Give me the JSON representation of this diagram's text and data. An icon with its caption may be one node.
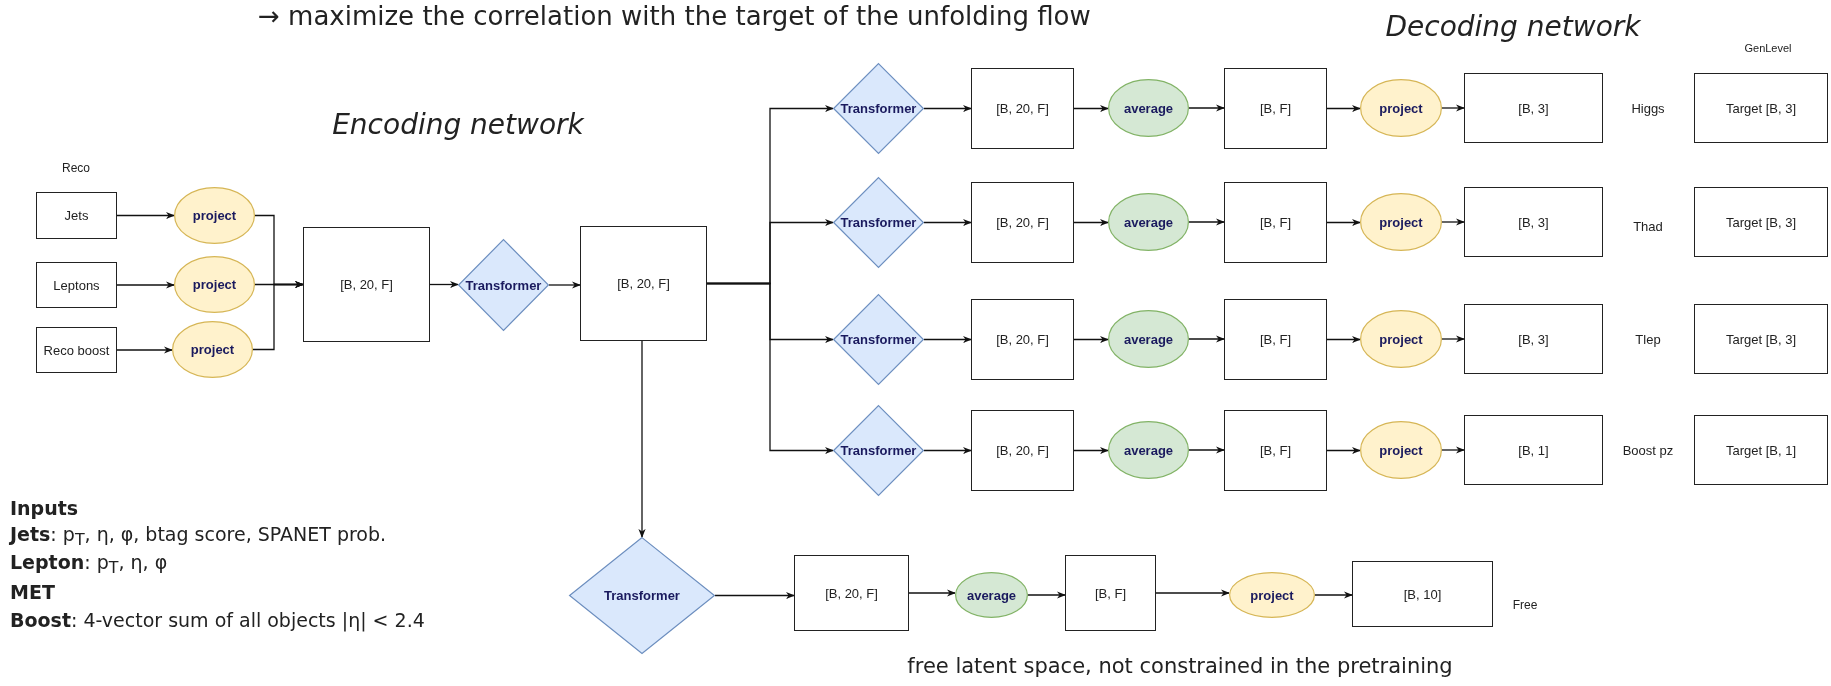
{
  "diagram": {
    "nodes": [
      {
        "text": [
          "Jets"
        ]
      },
      {
        "text": [
          "project"
        ]
      },
      {
        "text": [
          "Leptons"
        ]
      },
      {
        "text": [
          "project"
        ]
      },
      {
        "text": [
          "Reco boost"
        ]
      },
      {
        "text": [
          "project"
        ]
      },
      {
        "text": [
          "[B, 20, F]"
        ]
      },
      {
        "text": [
          "Transformer"
        ]
      },
      {
        "text": [
          "[B, 20, F]"
        ]
      },
      {
        "text": [
          "Transformer"
        ]
      },
      {
        "text": [
          "[B, 20, F]"
        ]
      },
      {
        "text": [
          "average"
        ]
      },
      {
        "text": [
          "[B, F]"
        ]
      },
      {
        "text": [
          "project"
        ]
      },
      {
        "text": [
          "[B, 3]"
        ]
      },
      {
        "text": [
          "Target [B, 3]"
        ]
      },
      {
        "text": [
          "Transformer"
        ]
      },
      {
        "text": [
          "[B, 20, F]"
        ]
      },
      {
        "text": [
          "average"
        ]
      },
      {
        "text": [
          "[B, F]"
        ]
      },
      {
        "text": [
          "project"
        ]
      },
      {
        "text": [
          "[B, 3]"
        ]
      },
      {
        "text": [
          "Target [B, 3]"
        ]
      },
      {
        "text": [
          "Transformer"
        ]
      },
      {
        "text": [
          "[B, 20, F]"
        ]
      },
      {
        "text": [
          "average"
        ]
      },
      {
        "text": [
          "[B, F]"
        ]
      },
      {
        "text": [
          "project"
        ]
      },
      {
        "text": [
          "[B, 3]"
        ]
      },
      {
        "text": [
          "Target [B, 3]"
        ]
      },
      {
        "text": [
          "Transformer"
        ]
      },
      {
        "text": [
          "[B, 20, F]"
        ]
      },
      {
        "text": [
          "average"
        ]
      },
      {
        "text": [
          "[B, F]"
        ]
      },
      {
        "text": [
          "project"
        ]
      },
      {
        "text": [
          "[B, 1]"
        ]
      },
      {
        "text": [
          "Target [B, 1]"
        ]
      },
      {
        "text": [
          "Transformer"
        ]
      },
      {
        "text": [
          "[B, 20, F]"
        ]
      },
      {
        "text": [
          "average"
        ]
      },
      {
        "text": [
          "[B, F]"
        ]
      },
      {
        "text": [
          "project"
        ]
      },
      {
        "text": [
          "[B, 10]"
        ]
      }
    ],
    "edges": [
      {
        "from": 0,
        "to": 1,
        "arrow": "to"
      },
      {
        "from": 2,
        "to": 3,
        "arrow": "to"
      },
      {
        "from": 4,
        "to": 5,
        "arrow": "to"
      },
      {
        "from": 1,
        "to": 6,
        "arrow": "to"
      },
      {
        "from": 3,
        "to": 6,
        "arrow": "to"
      },
      {
        "from": 5,
        "to": 6,
        "arrow": "to"
      },
      {
        "from": 6,
        "to": 7,
        "arrow": "to"
      },
      {
        "from": 7,
        "to": 8,
        "arrow": "to"
      },
      {
        "from": 8,
        "to": 9,
        "arrow": "to"
      },
      {
        "from": 8,
        "to": 16,
        "arrow": "to"
      },
      {
        "from": 8,
        "to": 23,
        "arrow": "to"
      },
      {
        "from": 8,
        "to": 30,
        "arrow": "to"
      },
      {
        "from": 8,
        "to": 37,
        "arrow": "to"
      },
      {
        "from": 9,
        "to": 10,
        "arrow": "to"
      },
      {
        "from": 10,
        "to": 11,
        "arrow": "to"
      },
      {
        "from": 11,
        "to": 12,
        "arrow": "to"
      },
      {
        "from": 12,
        "to": 13,
        "arrow": "to"
      },
      {
        "from": 13,
        "to": 14,
        "arrow": "to"
      },
      {
        "from": 16,
        "to": 17,
        "arrow": "to"
      },
      {
        "from": 17,
        "to": 18,
        "arrow": "to"
      },
      {
        "from": 18,
        "to": 19,
        "arrow": "to"
      },
      {
        "from": 19,
        "to": 20,
        "arrow": "to"
      },
      {
        "from": 20,
        "to": 21,
        "arrow": "to"
      },
      {
        "from": 23,
        "to": 24,
        "arrow": "to"
      },
      {
        "from": 24,
        "to": 25,
        "arrow": "to"
      },
      {
        "from": 25,
        "to": 26,
        "arrow": "to"
      },
      {
        "from": 26,
        "to": 27,
        "arrow": "to"
      },
      {
        "from": 27,
        "to": 28,
        "arrow": "to"
      },
      {
        "from": 30,
        "to": 31,
        "arrow": "to"
      },
      {
        "from": 31,
        "to": 32,
        "arrow": "to"
      },
      {
        "from": 32,
        "to": 33,
        "arrow": "to"
      },
      {
        "from": 33,
        "to": 34,
        "arrow": "to"
      },
      {
        "from": 34,
        "to": 35,
        "arrow": "to"
      },
      {
        "from": 37,
        "to": 38,
        "arrow": "to"
      },
      {
        "from": 38,
        "to": 39,
        "arrow": "to"
      },
      {
        "from": 39,
        "to": 40,
        "arrow": "to"
      },
      {
        "from": 40,
        "to": 41,
        "arrow": "to"
      },
      {
        "from": 41,
        "to": 42,
        "arrow": "to"
      }
    ],
    "labels": [
      "→   maximize the correlation with the target of the unfolding flow",
      "Decoding network",
      "GenLevel",
      "Encoding network",
      "Higgs",
      "Reco",
      "Thad",
      "Tlep",
      "Boost pz",
      "Inputs",
      "**Jets**: p$_{T}$, η, φ, btag score, SPANET prob.",
      "**Lepton**:   p$_{T}$, η, φ",
      "MET",
      "**Boost**: 4-vector sum of all objects |η| < 2.4",
      "Free",
      "free latent space, not constrained in the pretraining"
    ]
  }
}
